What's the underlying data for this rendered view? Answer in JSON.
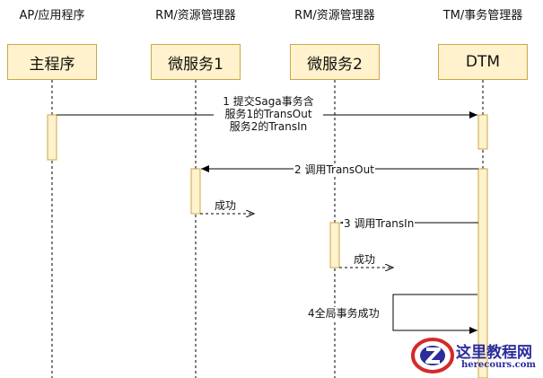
{
  "roles": {
    "app": "AP/应用程序",
    "rm1": "RM/资源管理器",
    "rm2": "RM/资源管理器",
    "tm": "TM/事务管理器"
  },
  "participants": {
    "main": "主程序",
    "svc1": "微服务1",
    "svc2": "微服务2",
    "dtm": "DTM"
  },
  "messages": {
    "m1_line1": "1 提交Saga事务含",
    "m1_line2": "服务1的TransOut",
    "m1_line3": "服务2的TransIn",
    "m2": "2 调用TransOut",
    "r1": "成功",
    "m3": "3 调用TransIn",
    "r2": "成功",
    "m4": "4全局事务成功"
  },
  "watermark": {
    "site_name": "这里教程网",
    "site_url": "herecours.com"
  },
  "colors": {
    "participant_fill": "#fff2cc",
    "participant_border": "#c9a84a",
    "line": "#000000"
  }
}
